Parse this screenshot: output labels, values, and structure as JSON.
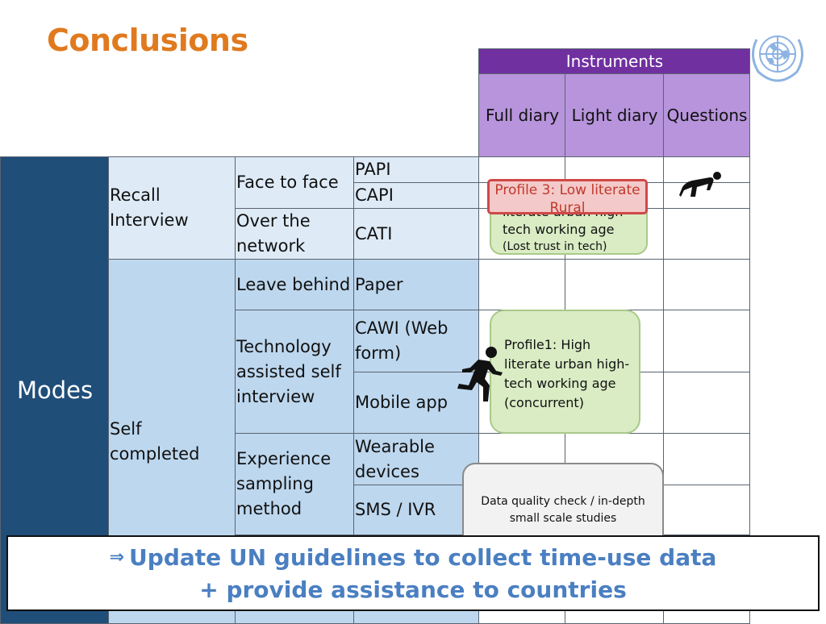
{
  "slide": {
    "title": "Conclusions"
  },
  "instruments": {
    "header": "Instruments",
    "columns": [
      "Full diary",
      "Light diary",
      "Questions"
    ]
  },
  "modes": {
    "label": "Modes",
    "recall_interview": "Recall Interview",
    "self_completed": "Self completed",
    "face_to_face": "Face to face",
    "over_network": "Over the network",
    "leave_behind": "Leave behind",
    "tech_assisted": "Technology assisted self interview",
    "experience_sampling": "Experience sampling method",
    "papi": "PAPI",
    "capi": "CAPI",
    "cati": "CATI",
    "paper": "Paper",
    "cawi": "CAWI (Web form)",
    "mobile_app": "Mobile app",
    "wearable": "Wearable devices",
    "sms_ivr": "SMS / IVR"
  },
  "profiles": {
    "profile3_title": "Profile 3: Low literate Rural",
    "profile2_line1": "literate urban high",
    "profile2_line2": "tech working age",
    "profile2_note": "(Lost trust in tech)",
    "profile1": "Profile1: High literate urban high-tech working age (concurrent)",
    "data_quality": "Data quality check / in-depth small scale studies"
  },
  "banner": {
    "arrow": "⇒",
    "line1": "Update UN guidelines to collect time-use data",
    "line2": "+ provide assistance to countries"
  },
  "colors": {
    "title": "#e07a1f",
    "instruments_header": "#7030a0",
    "instruments_columns": "#b794dc",
    "modes": "#1f4e79",
    "light_blue": "#deebf7",
    "mid_blue": "#bdd7ee",
    "profile_green": "#d9ecc4",
    "profile_red_border": "#d04848",
    "banner_text": "#4a7fc1"
  },
  "icons": [
    "crawling-person-icon",
    "running-person-icon",
    "un-emblem-icon"
  ]
}
